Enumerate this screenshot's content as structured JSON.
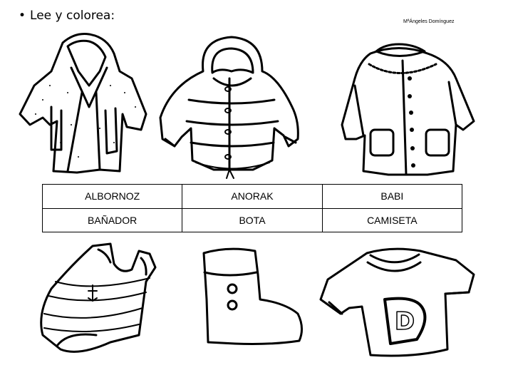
{
  "header": {
    "bullet": "•",
    "instruction": "Lee y colorea:",
    "author": "MªÁngeles Domínguez"
  },
  "words": {
    "row1": [
      "ALBORNOZ",
      "ANORAK",
      "BABI"
    ],
    "row2": [
      "BAÑADOR",
      "BOTA",
      "CAMISETA"
    ]
  },
  "pictures": {
    "tshirt_letter": "D"
  },
  "icons": [
    "bathrobe-icon",
    "anorak-icon",
    "smock-icon",
    "swimsuit-icon",
    "boot-icon",
    "tshirt-icon"
  ]
}
